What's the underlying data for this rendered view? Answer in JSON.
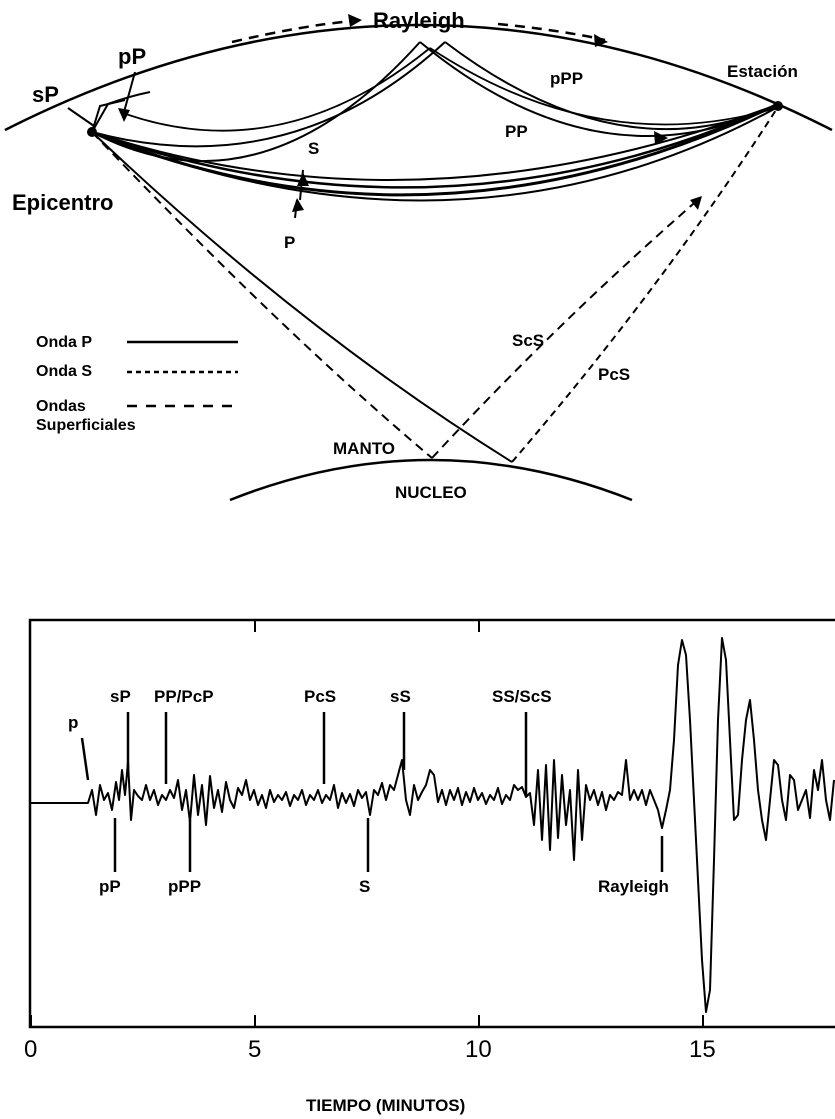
{
  "diagram": {
    "labels": {
      "rayleigh": "Rayleigh",
      "pP": "pP",
      "sP": "sP",
      "estacion": "Estación",
      "pPP": "pPP",
      "PP": "PP",
      "S": "S",
      "epicentro": "Epicentro",
      "P": "P",
      "ScS": "ScS",
      "PcS": "PcS",
      "manto": "MANTO",
      "nucleo": "NUCLEO"
    },
    "legend": {
      "onda_p": "Onda P",
      "onda_s": "Onda S",
      "ondas_sup_1": "Ondas",
      "ondas_sup_2": "Superficiales"
    }
  },
  "seismogram": {
    "phases_top": [
      "p",
      "sP",
      "PP/PcP",
      "PcS",
      "sS",
      "SS/ScS"
    ],
    "phases_bottom": [
      "pP",
      "pPP",
      "S",
      "Rayleigh"
    ],
    "x_ticks": [
      "0",
      "5",
      "10",
      "15"
    ],
    "x_axis_label": "TIEMPO (MINUTOS)"
  }
}
